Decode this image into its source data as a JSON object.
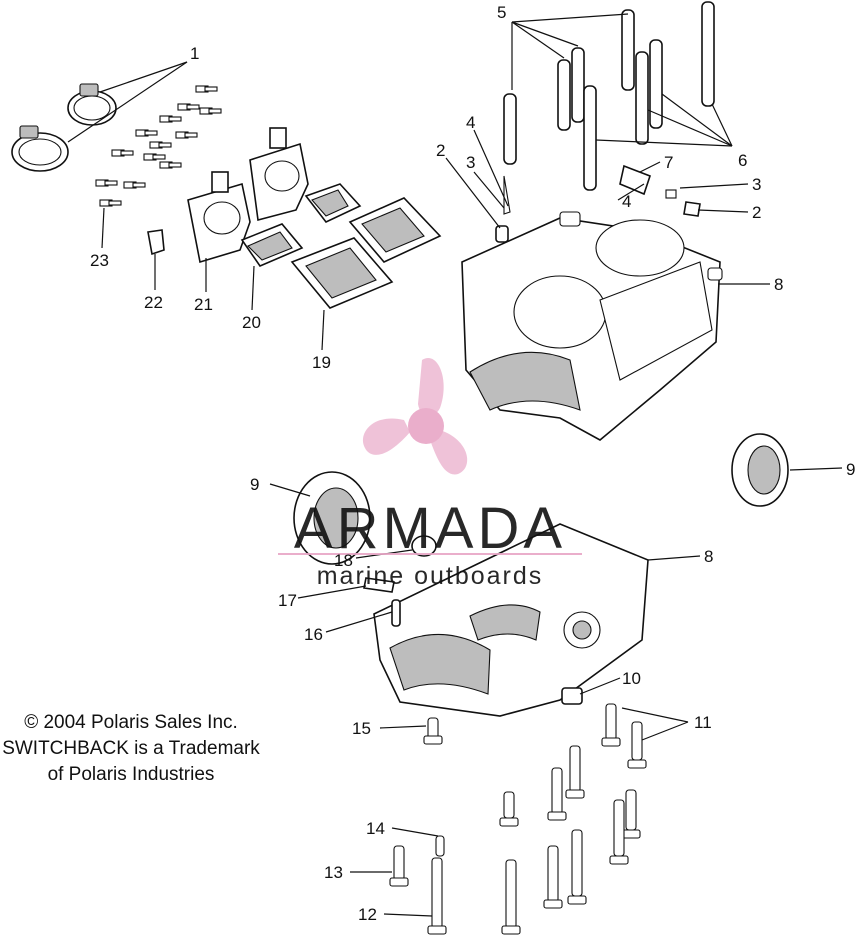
{
  "callouts": {
    "c1": "1",
    "c2a": "2",
    "c2b": "2",
    "c3a": "3",
    "c3b": "3",
    "c4a": "4",
    "c4b": "4",
    "c5": "5",
    "c6": "6",
    "c7": "7",
    "c8a": "8",
    "c8b": "8",
    "c9a": "9",
    "c9b": "9",
    "c10": "10",
    "c11": "11",
    "c12": "12",
    "c13": "13",
    "c14": "14",
    "c15": "15",
    "c16": "16",
    "c17": "17",
    "c18": "18",
    "c19": "19",
    "c20": "20",
    "c21": "21",
    "c22": "22",
    "c23": "23"
  },
  "copyright": {
    "line1": "© 2004 Polaris Sales Inc.",
    "line2": "SWITCHBACK is a Trademark",
    "line3": "of Polaris Industries"
  },
  "watermark": {
    "brand": "ARMADA",
    "tagline": "marine outboards",
    "logo": "propeller-logo",
    "colors": {
      "propeller": "#e8a6c6",
      "text": "#8f8f8f",
      "underline": "#e8a6c6"
    }
  }
}
